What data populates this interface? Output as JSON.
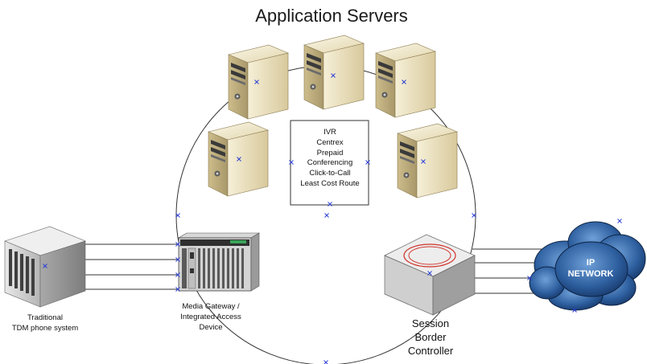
{
  "title": "Application Servers",
  "services": [
    "IVR",
    "Centrex",
    "Prepaid",
    "Conferencing",
    "Click-to-Call",
    "Least Cost Route"
  ],
  "labels": {
    "tdm": [
      "Traditional",
      "TDM phone system"
    ],
    "gateway": [
      "Media Gateway /",
      "Integrated Access",
      "Device"
    ],
    "sbc": [
      "Session",
      "Border",
      "Controller"
    ],
    "cloud": [
      "IP",
      "NETWORK"
    ]
  },
  "colors": {
    "server_body": "#e8dcb6",
    "server_front": "#f3ecd2",
    "cloud": "#1f4f8f",
    "sbc_ring": "#d0342c"
  }
}
